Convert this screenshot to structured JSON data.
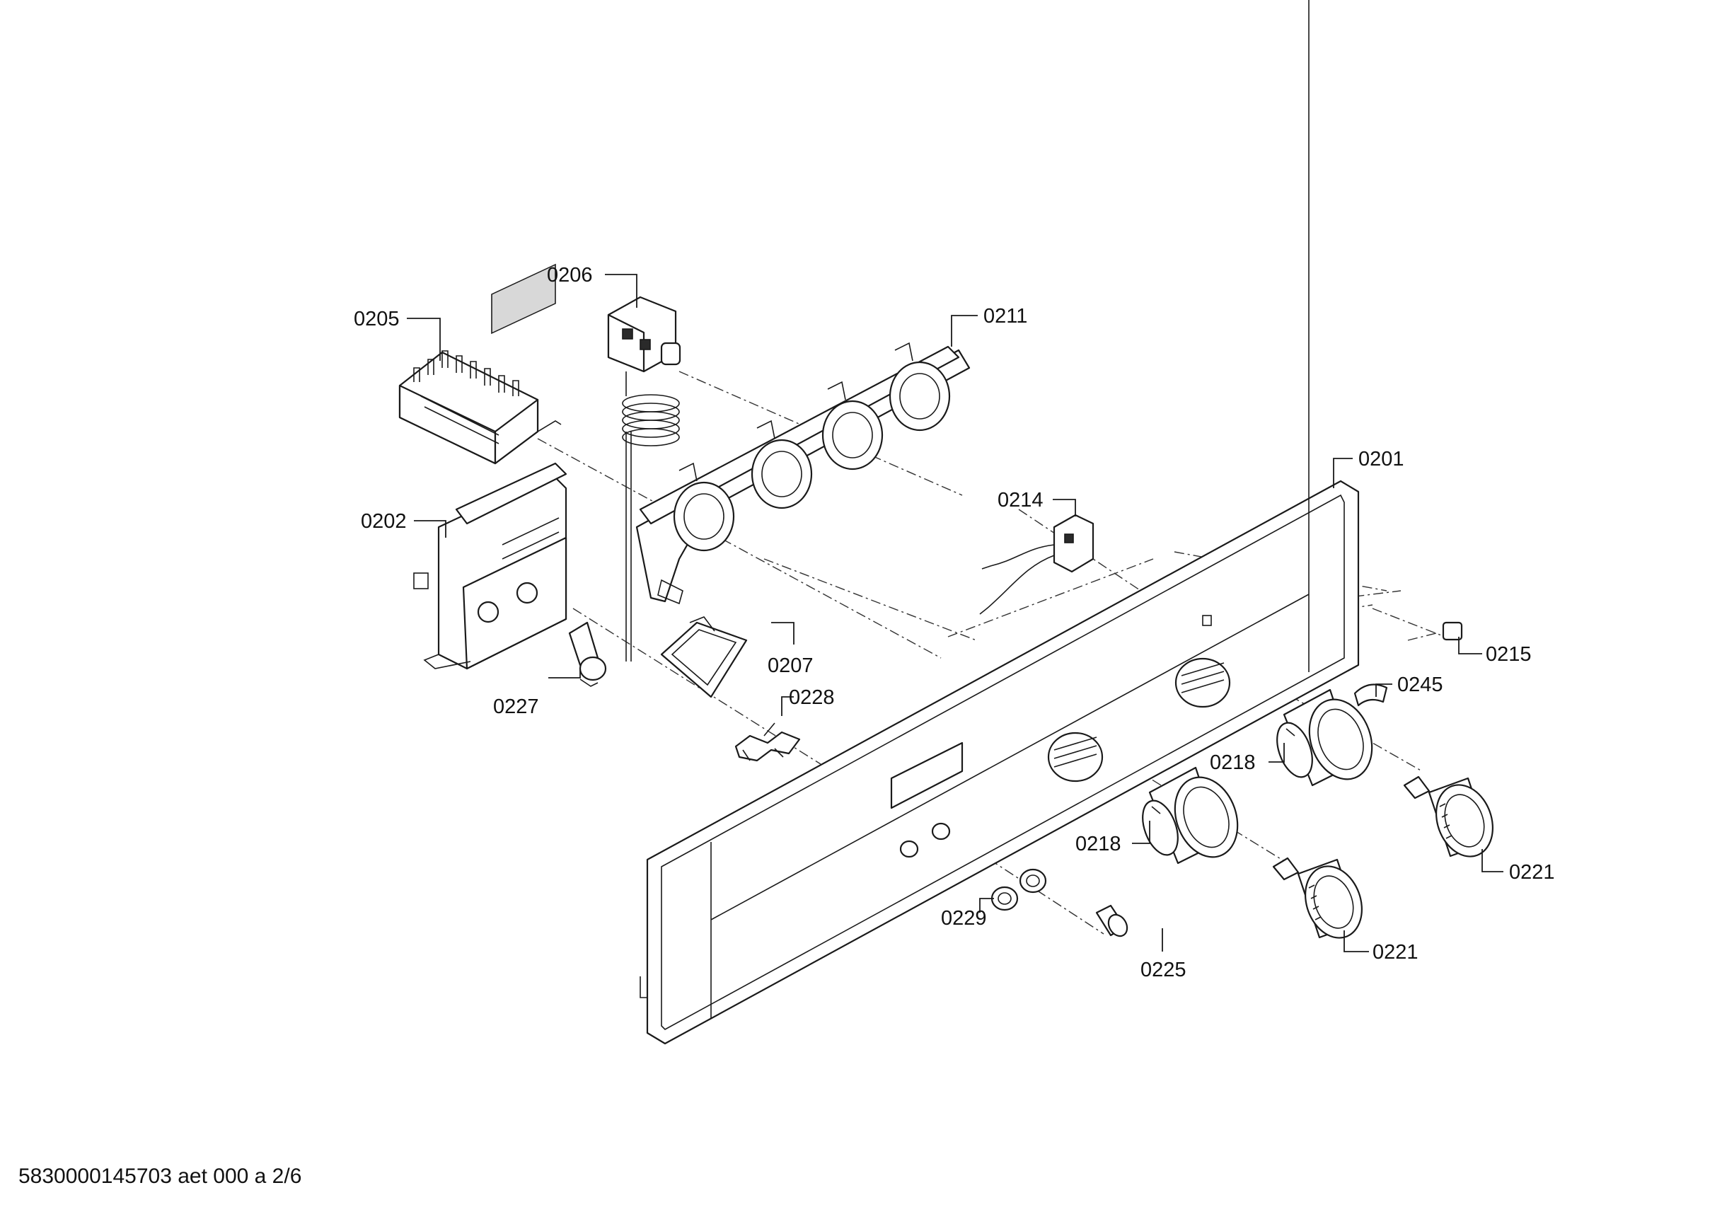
{
  "labels": {
    "p0201": "0201",
    "p0202": "0202",
    "p0205": "0205",
    "p0206": "0206",
    "p0207": "0207",
    "p0211": "0211",
    "p0214": "0214",
    "p0215": "0215",
    "p0218a": "0218",
    "p0218b": "0218",
    "p0221a": "0221",
    "p0221b": "0221",
    "p0225": "0225",
    "p0227": "0227",
    "p0228": "0228",
    "p0229": "0229",
    "p0245": "0245"
  },
  "footer": "5830000145703 aet 000 a 2/6"
}
